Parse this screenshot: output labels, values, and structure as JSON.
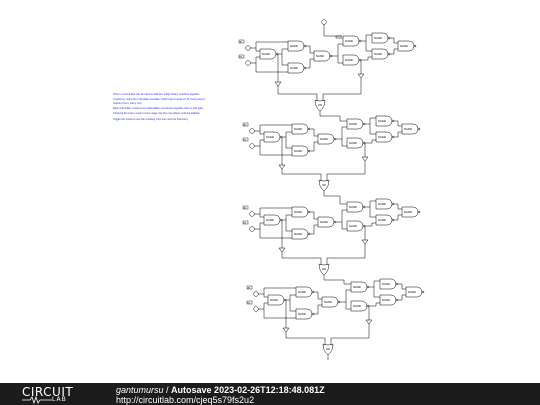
{
  "notes": [
    "This is a circuit that can be used to add two 4-digit binary numbers together.",
    "It works by using the Full Adder template, which has 3 inputs (A, B, Carry) and 2 outputs (Sum, Carry out).",
    "Each Full Adder contains two Half Adders connected together with an OR gate.",
    "Chaining the Carry output of one stage into the next allows multi-bit addition.",
    "Toggle the inputs to see the resulting 4-bit sum and the final carry."
  ],
  "gate_labels": {
    "nand": "NAND",
    "or": "OR"
  },
  "input_labels": [
    "A1",
    "B1",
    "A2",
    "B2",
    "A3",
    "B3",
    "A4",
    "B4"
  ],
  "footer": {
    "logo_top": "CIRCUIT",
    "logo_bottom": "LAB",
    "user": "gantumursu",
    "separator": " / ",
    "circuit_name": "Autosave 2023-02-26T12:18:48.081Z",
    "url": "http://circuitlab.com/cjeq5s79fs2u2"
  },
  "colors": {
    "footer_bg": "#1c1c1c",
    "note_text": "#2b2bd9",
    "wire": "#000000"
  }
}
